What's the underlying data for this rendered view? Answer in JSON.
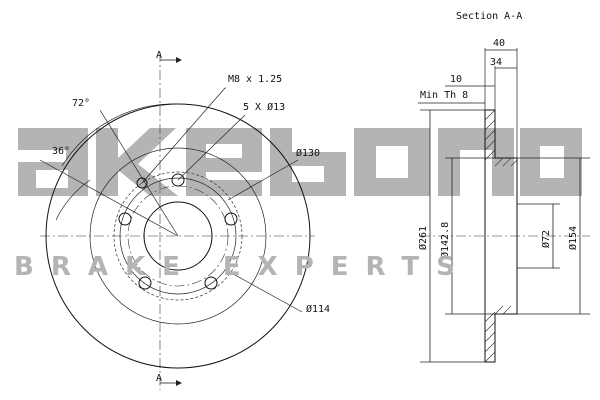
{
  "watermark": {
    "brand": "akebono",
    "tagline": "BRAKE EXPERTS"
  },
  "front_view": {
    "section_marker": "A",
    "angle_1": "72°",
    "angle_2": "36°",
    "thread_callout": "M8 x 1.25",
    "holes_callout": "5 X Ø13",
    "bolt_circle": "Ø130",
    "hub_diameter": "Ø114"
  },
  "section_view": {
    "title": "Section A-A",
    "total_height": "40",
    "hat_height": "34",
    "disc_thickness": "10",
    "min_thickness": "Min Th 8",
    "outer_diameter": "Ø261",
    "friction_inner_diameter": "Ø142.8",
    "center_bore": "Ø72",
    "hat_diameter": "Ø154"
  }
}
